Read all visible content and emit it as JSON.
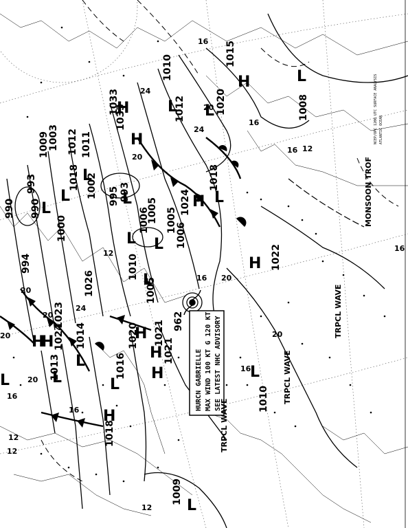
{
  "map": {
    "isobar_labels": [
      "1015",
      "1008",
      "1020",
      "1010",
      "1012",
      "1033",
      "1033",
      "1024",
      "1018",
      "1006",
      "1005",
      "1005",
      "1006",
      "993",
      "995",
      "1002",
      "1018",
      "1012",
      "1011",
      "1009",
      "1003",
      "993",
      "990",
      "990",
      "1000",
      "994",
      "1026",
      "1010",
      "1005",
      "962",
      "1021",
      "1021",
      "1020",
      "1016",
      "1014",
      "1024",
      "1023",
      "1013",
      "1018",
      "1022",
      "1010",
      "1009"
    ],
    "isotherm_labels": [
      "16",
      "12",
      "16",
      "20",
      "24",
      "24",
      "20",
      "16",
      "20",
      "16",
      "20",
      "12",
      "20",
      "16",
      "20",
      "16",
      "12",
      "12",
      "16",
      "20",
      "24",
      "20",
      "16",
      "12"
    ],
    "advisory_lines": [
      "HURCN GABRIELLE",
      "MAX WIND 100 KT G 120 KT",
      "SEE LATEST NHC ADVISORY"
    ],
    "features": {
      "monsoon": "MONSOON TROF",
      "wave1": "TRPCL WAVE",
      "wave2": "TRPCL WAVE",
      "wave3": "TRPCL WAVE"
    },
    "header_block": [
      "NCEP/OPC 1200 UTC SURFACE ANALYSIS",
      "ATLANTIC OCEAN"
    ]
  }
}
